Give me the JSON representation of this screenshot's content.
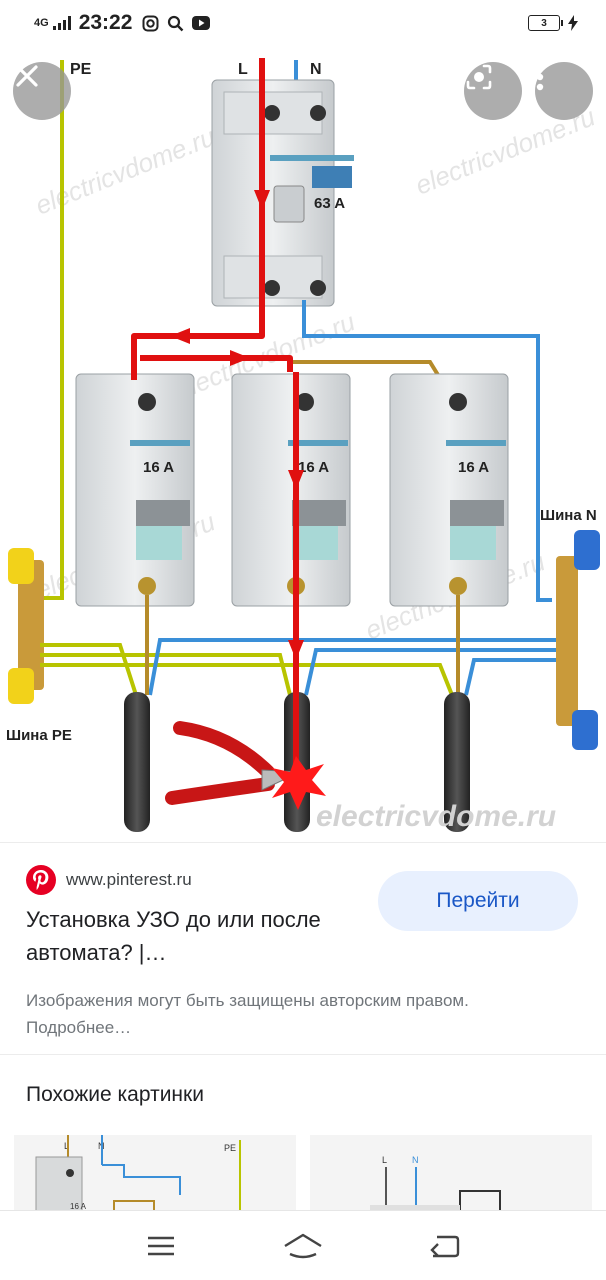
{
  "status_bar": {
    "network": "4G",
    "time": "23:22",
    "battery_level": "3"
  },
  "viewer": {
    "close_icon": "close-icon",
    "lens_icon": "lens-icon",
    "more_icon": "more-vert-icon"
  },
  "diagram": {
    "label_pe": "PE",
    "label_l": "L",
    "label_n": "N",
    "main_rating": "63 A",
    "breaker_1": "16 A",
    "breaker_2": "16 A",
    "breaker_3": "16 A",
    "bus_n": "Шина N",
    "bus_pe": "Шина PE",
    "watermark": "electricvdome.ru"
  },
  "result": {
    "source": "www.pinterest.ru",
    "title": "Установка УЗО до или после автомата? |…",
    "button": "Перейти",
    "disclaimer": "Изображения могут быть защищены авторским правом. Подробнее…"
  },
  "similar": {
    "title": "Похожие картинки",
    "thumb1": {
      "l": "L",
      "n": "N",
      "pe": "PE",
      "rating": "16 A"
    },
    "thumb2": {
      "l": "L",
      "n": "N"
    }
  },
  "colors": {
    "phase": "#e01010",
    "neutral": "#3a8fd8",
    "ground": "#b8c400",
    "accent_button_bg": "#e8f0fe",
    "accent_button_text": "#1a57c6",
    "pinterest": "#e60023"
  }
}
